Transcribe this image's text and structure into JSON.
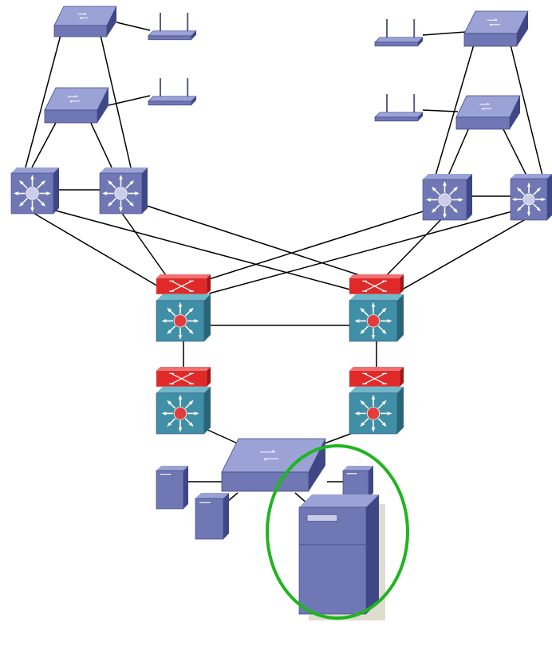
{
  "diagram": {
    "type": "network-topology",
    "colors": {
      "device_blue": "#6f78b4",
      "device_top": "#9aa2d6",
      "device_dark": "#3f4787",
      "router_teal": "#3f8fa6",
      "router_teal_top": "#6fb8c9",
      "router_red": "#e02a2a",
      "router_red_dark": "#a61414",
      "link": "#000000",
      "highlight": "#1fb51f"
    },
    "nodes": [
      {
        "id": "switch-top-left",
        "kind": "switch",
        "icon": "workgroup-switch-icon"
      },
      {
        "id": "ap-top-left-1",
        "kind": "access-point",
        "icon": "wireless-ap-icon"
      },
      {
        "id": "switch-mid-left",
        "kind": "switch",
        "icon": "workgroup-switch-icon"
      },
      {
        "id": "ap-top-left-2",
        "kind": "access-point",
        "icon": "wireless-ap-icon"
      },
      {
        "id": "switch-top-right",
        "kind": "switch",
        "icon": "workgroup-switch-icon"
      },
      {
        "id": "ap-top-right-1",
        "kind": "access-point",
        "icon": "wireless-ap-icon"
      },
      {
        "id": "switch-mid-right",
        "kind": "switch",
        "icon": "workgroup-switch-icon"
      },
      {
        "id": "ap-top-right-2",
        "kind": "access-point",
        "icon": "wireless-ap-icon"
      },
      {
        "id": "l3-left-1",
        "kind": "layer3-switch",
        "icon": "layer3-switch-icon"
      },
      {
        "id": "l3-left-2",
        "kind": "layer3-switch",
        "icon": "layer3-switch-icon"
      },
      {
        "id": "l3-right-1",
        "kind": "layer3-switch",
        "icon": "layer3-switch-icon"
      },
      {
        "id": "l3-right-2",
        "kind": "layer3-switch",
        "icon": "layer3-switch-icon"
      },
      {
        "id": "core-left",
        "kind": "core-router",
        "icon": "multilayer-router-icon"
      },
      {
        "id": "core-right",
        "kind": "core-router",
        "icon": "multilayer-router-icon"
      },
      {
        "id": "dist-left",
        "kind": "core-router",
        "icon": "multilayer-router-icon"
      },
      {
        "id": "dist-right",
        "kind": "core-router",
        "icon": "multilayer-router-icon"
      },
      {
        "id": "server-switch",
        "kind": "switch",
        "icon": "workgroup-switch-icon"
      },
      {
        "id": "server-1",
        "kind": "server",
        "icon": "server-tower-icon"
      },
      {
        "id": "server-2",
        "kind": "server",
        "icon": "server-tower-icon"
      },
      {
        "id": "server-3",
        "kind": "server",
        "icon": "server-tower-icon"
      },
      {
        "id": "server-large",
        "kind": "server",
        "icon": "server-tower-icon",
        "highlighted": true
      }
    ],
    "links": [
      [
        "switch-top-left",
        "ap-top-left-1"
      ],
      [
        "switch-mid-left",
        "ap-top-left-2"
      ],
      [
        "switch-top-left",
        "l3-left-1"
      ],
      [
        "switch-top-left",
        "l3-left-2"
      ],
      [
        "switch-mid-left",
        "l3-left-1"
      ],
      [
        "switch-mid-left",
        "l3-left-2"
      ],
      [
        "l3-left-1",
        "l3-left-2"
      ],
      [
        "switch-top-right",
        "ap-top-right-1"
      ],
      [
        "switch-mid-right",
        "ap-top-right-2"
      ],
      [
        "switch-top-right",
        "l3-right-1"
      ],
      [
        "switch-top-right",
        "l3-right-2"
      ],
      [
        "switch-mid-right",
        "l3-right-1"
      ],
      [
        "switch-mid-right",
        "l3-right-2"
      ],
      [
        "l3-right-1",
        "l3-right-2"
      ],
      [
        "l3-left-1",
        "core-left"
      ],
      [
        "l3-left-1",
        "core-right"
      ],
      [
        "l3-left-2",
        "core-left"
      ],
      [
        "l3-left-2",
        "core-right"
      ],
      [
        "l3-right-1",
        "core-left"
      ],
      [
        "l3-right-1",
        "core-right"
      ],
      [
        "l3-right-2",
        "core-left"
      ],
      [
        "l3-right-2",
        "core-right"
      ],
      [
        "core-left",
        "core-right"
      ],
      [
        "core-left",
        "dist-left"
      ],
      [
        "core-right",
        "dist-right"
      ],
      [
        "dist-left",
        "server-switch"
      ],
      [
        "dist-right",
        "server-switch"
      ],
      [
        "server-switch",
        "server-1"
      ],
      [
        "server-switch",
        "server-2"
      ],
      [
        "server-switch",
        "server-3"
      ],
      [
        "server-switch",
        "server-large"
      ]
    ]
  }
}
